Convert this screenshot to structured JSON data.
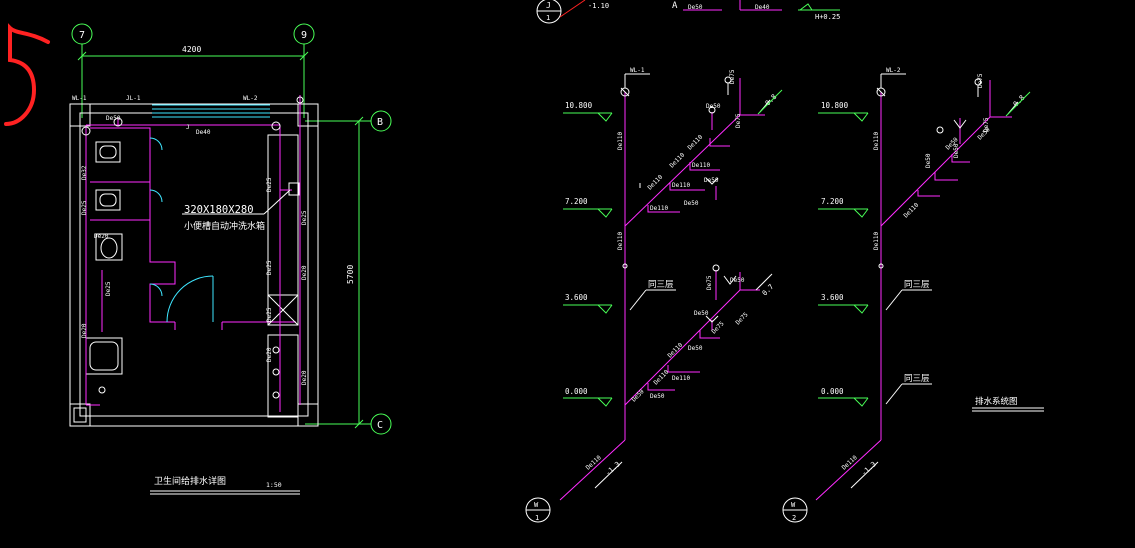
{
  "colors": {
    "background": "#000000",
    "wall": "#ffffff",
    "dimension": "#49ff57",
    "drain_pipe": "#ff2cff",
    "fixture": "#ffffff",
    "door": "#3ee6ff",
    "annotation_marker": "#ff2222",
    "window": "#3ee6ff"
  },
  "annotation": {
    "handwritten_mark": "5"
  },
  "plan": {
    "title": "卫生间给排水详图",
    "scale": "1:50",
    "axis_top_left": "7",
    "axis_top_right": "9",
    "axis_right_top": "B",
    "axis_right_bottom": "C",
    "dim_width": "4200",
    "dim_height": "5700",
    "pipe_labels": {
      "wl1": "WL-1",
      "jl1": "JL-1",
      "wl2": "WL-2",
      "j": "J",
      "de50": "De50",
      "de40": "De40",
      "de32_a": "De32",
      "de25_a": "De25",
      "de20_a": "De20",
      "de25_b": "De25",
      "de20_b": "De20",
      "de25_c": "De25",
      "de25_d": "De25",
      "de25_e": "De25",
      "de20_c": "De20",
      "de25_f": "De25",
      "de20_d": "De20",
      "de20_e": "De20"
    },
    "tank_size": "320X180X280",
    "tank_name": "小便槽自动冲洗水箱"
  },
  "top_fragment": {
    "circle_a": "J",
    "circle_b": "1",
    "text_a": "-1.10",
    "text_b": "A",
    "pipe_a": "De50",
    "pipe_b": "De40",
    "level": "H+0.25"
  },
  "riser1": {
    "label": "WL-1",
    "stack_size": "De110",
    "lv_10800": "10.800",
    "lv_7200": "7.200",
    "lv_3600": "3.600",
    "lv_0000": "0.000",
    "same_as_3": "同三层",
    "outlet_level": "-1.3",
    "outlet_size": "De110",
    "circle_top": "W",
    "circle_bottom": "1",
    "branch_pct": "0.8",
    "branch_pct_lower": "0.7",
    "sizes": {
      "de75_a": "De75",
      "de50_a": "De50",
      "de75_b": "De75",
      "de75_c": "De75",
      "de110_a": "De110",
      "de110_b": "De110",
      "de110_c": "De110",
      "de50_b": "De50",
      "de110_d": "De110",
      "de110_e": "De110",
      "de50_c": "De50",
      "de75_d": "De75",
      "de50_d": "De50",
      "de75_e": "De75",
      "de50_e": "De50",
      "de110_f": "De110",
      "de110_g": "De110",
      "de110_h": "De110",
      "de50_f": "De50",
      "de110_i": "De110",
      "de50_g": "De50",
      "de50_h": "De50"
    }
  },
  "riser2": {
    "label": "WL-2",
    "stack_size": "De110",
    "lv_10800": "10.800",
    "lv_7200": "7.200",
    "lv_3600": "3.600",
    "lv_0000": "0.000",
    "same_as_3_upper": "同三层",
    "same_as_3_lower": "同三层",
    "outlet_level": "-1.3",
    "outlet_size": "De110",
    "circle_top": "W",
    "circle_bottom": "2",
    "branch_pct": "0.8",
    "sizes": {
      "de75_a": "De75",
      "de75_b": "De75",
      "de50_a": "De50",
      "de50_b": "De50",
      "de50_c": "De50",
      "de50_d": "De50",
      "de110_a": "De110"
    },
    "system_title": "排水系统图"
  }
}
